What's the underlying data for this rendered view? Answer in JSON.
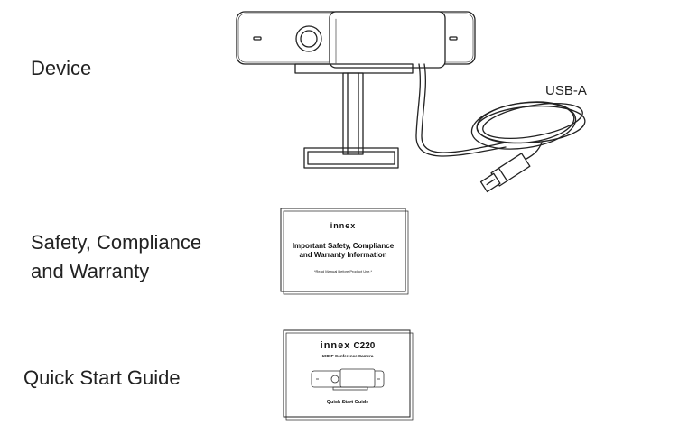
{
  "items": {
    "device": {
      "label": "Device"
    },
    "safety": {
      "line1": "Safety, Compliance",
      "line2": "and Warranty"
    },
    "guide": {
      "label": "Quick Start Guide"
    }
  },
  "cable": {
    "label": "USB-A"
  },
  "safety_booklet": {
    "brand": "innex",
    "title_line1": "Important Safety, Compliance",
    "title_line2": "and Warranty Information",
    "note": "*Read Manual Before Product Use.*"
  },
  "guide_booklet": {
    "brand": "innex",
    "model": "C220",
    "subtitle": "1080P Conference Camera",
    "title": "Quick Start Guide"
  }
}
